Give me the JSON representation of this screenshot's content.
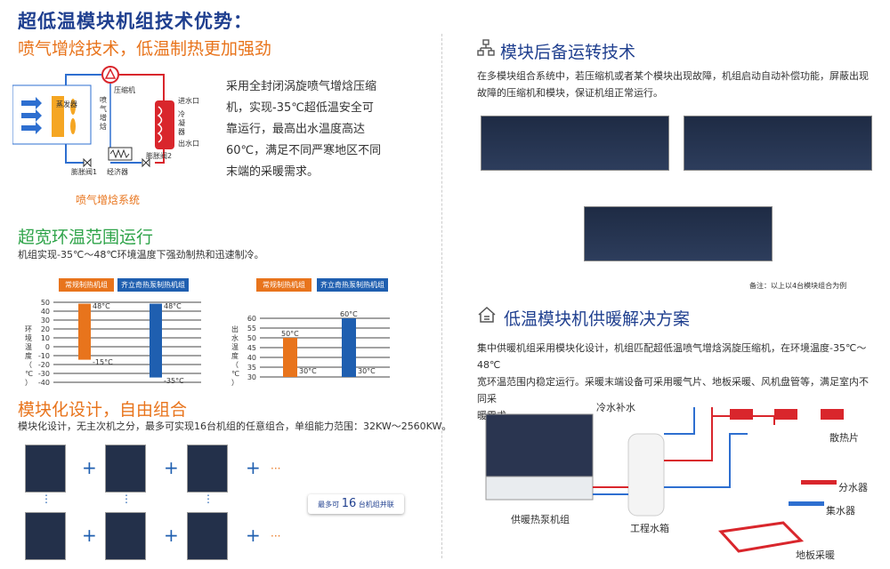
{
  "header": {
    "title": "超低温模块机组技术优势："
  },
  "left": {
    "s1": {
      "title": "喷气增焓技术，低温制热更加强劲",
      "desc_lines": [
        "采用全封闭涡旋喷气增焓压缩",
        "机，实现-35℃超低温安全可",
        "靠运行，最高出水温度高达",
        "60℃，满足不同严寒地区不同",
        "末端的采暖需求。"
      ],
      "caption": "喷气增焓系统",
      "diagram_labels": {
        "evaporator": "蒸发器",
        "compressor": "压缩机",
        "injection": "喷气增焓",
        "condenser": "冷凝器",
        "water_in": "进水口",
        "water_out": "出水口",
        "valve1": "膨胀阀1",
        "valve2": "膨胀阀2",
        "economizer": "经济器"
      }
    },
    "s2": {
      "title": "超宽环温范围运行",
      "desc": "机组实现-35℃～48℃环境温度下强劲制热和迅速制冷。",
      "legend_standard": "常规制热机组",
      "legend_ours": "齐立奇热泵制热机组",
      "chart1": {
        "ylabel": [
          "环",
          "境",
          "温",
          "度",
          "（",
          "℃",
          "）"
        ],
        "ticks": [
          "50",
          "40",
          "30",
          "20",
          "10",
          "0",
          "-10",
          "-20",
          "-30",
          "-40"
        ],
        "bar1_top": "48°C",
        "bar1_bottom": "-15°C",
        "bar2_top": "48°C",
        "bar2_bottom": "-35°C"
      },
      "chart2": {
        "ylabel": [
          "出",
          "水",
          "温",
          "度",
          "（",
          "℃",
          "）"
        ],
        "ticks": [
          "60",
          "55",
          "50",
          "45",
          "40",
          "35",
          "30"
        ],
        "bar1_top": "50°C",
        "bar1_bottom": "30°C",
        "bar2_top": "60°C",
        "bar2_bottom": "30°C"
      }
    },
    "s3": {
      "title": "模块化设计，自由组合",
      "desc": "模块化设计，无主次机之分，最多可实现16台机组的任意组合，单组能力范围：32KW～2560KW。",
      "plus": "+",
      "dots": "···",
      "vdots": "⋮",
      "pill_prefix": "最多可",
      "pill_number": "16",
      "pill_suffix": "台机组并联"
    }
  },
  "right": {
    "s1": {
      "title": "模块后备运转技术",
      "desc_lines": [
        "在多模块组合系统中，若压缩机或者某个模块出现故障，机组启动自动补偿功能，屏蔽出现",
        "故障的压缩机和模块，保证机组正常运行。"
      ],
      "note": "备注：以上以4台模块组合为例"
    },
    "s2": {
      "title": "低温模块机供暖解决方案",
      "desc_lines": [
        "集中供暖机组采用模块化设计，机组匹配超低温喷气增焓涡旋压缩机，在环境温度-35℃～48℃",
        "宽环温范围内稳定运行。采暖末端设备可采用暖气片、地板采暖、风机盘管等，满足室内不同采",
        "暖需求。"
      ],
      "labels": {
        "makeup": "冷水补水",
        "radiator": "散热片",
        "distributor": "分水器",
        "collector": "集水器",
        "heat_pump": "供暖热泵机组",
        "tank": "工程水箱",
        "floor": "地板采暖"
      }
    }
  },
  "colors": {
    "navy": "#1f3f8f",
    "orange": "#e8741c",
    "green": "#2fa44a",
    "blue_bar": "#1f5fb0"
  }
}
